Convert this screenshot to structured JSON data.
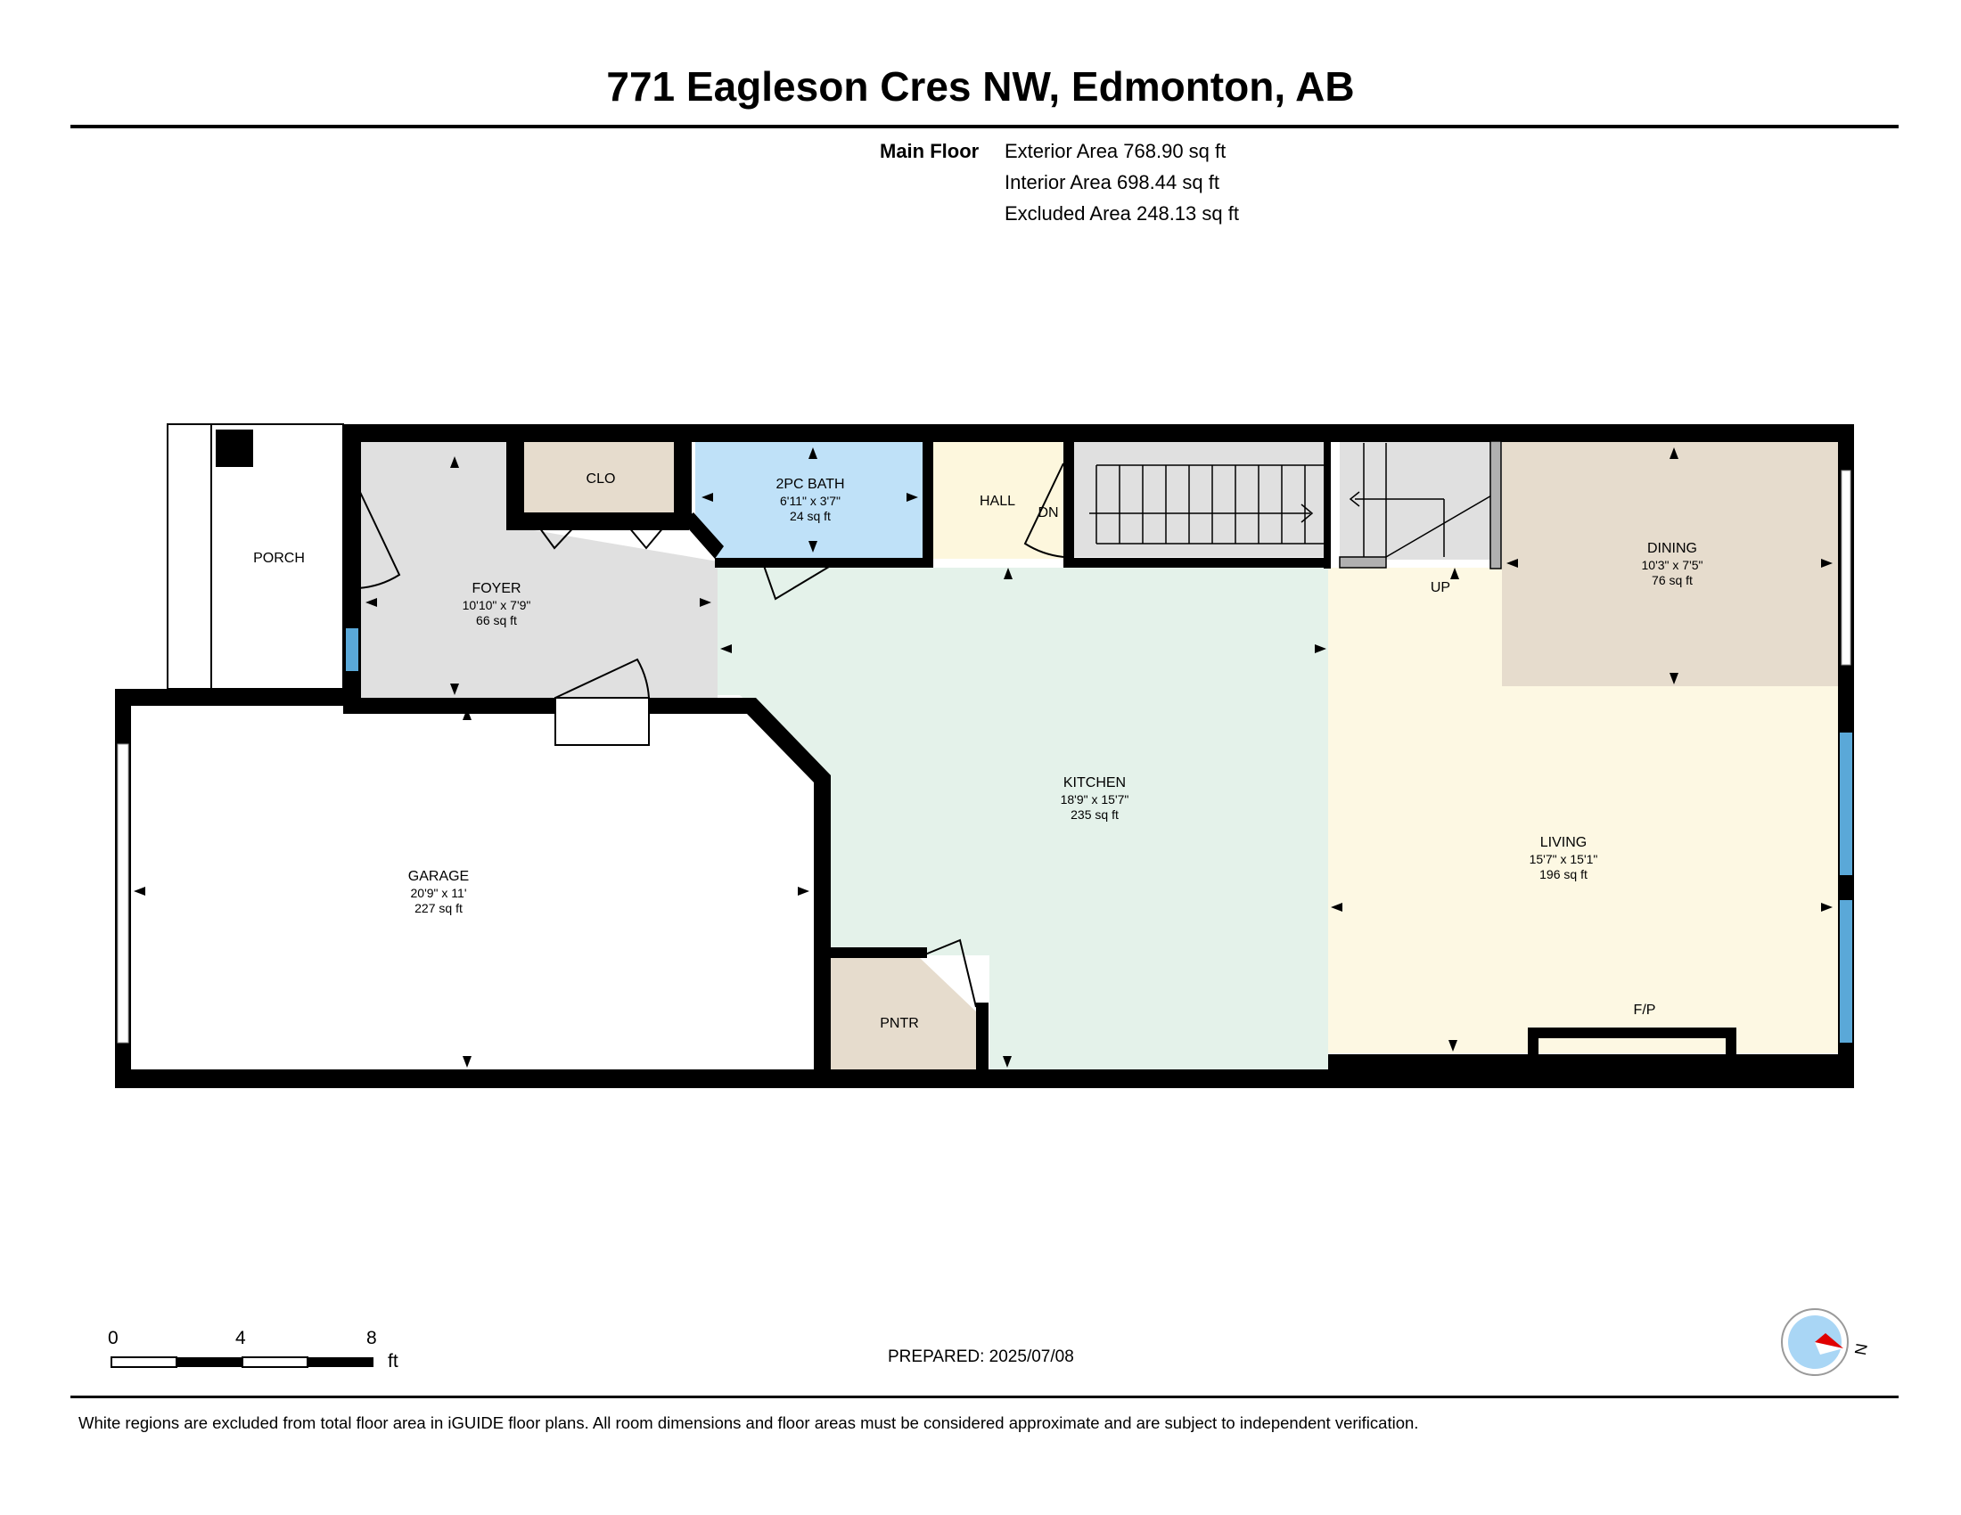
{
  "header": {
    "title": "771 Eagleson Cres NW, Edmonton, AB"
  },
  "floor_summary": {
    "floor_name": "Main Floor",
    "exterior_area": "Exterior Area 768.90 sq ft",
    "interior_area": "Interior Area 698.44 sq ft",
    "excluded_area": "Excluded Area 248.13 sq ft"
  },
  "rooms": {
    "porch": {
      "name": "PORCH"
    },
    "clo": {
      "name": "CLO"
    },
    "bath": {
      "name": "2PC BATH",
      "dims": "6'11\" x 3'7\"",
      "area": "24 sq ft"
    },
    "hall": {
      "name": "HALL"
    },
    "foyer": {
      "name": "FOYER",
      "dims": "10'10\" x 7'9\"",
      "area": "66 sq ft"
    },
    "dining": {
      "name": "DINING",
      "dims": "10'3\" x 7'5\"",
      "area": "76 sq ft"
    },
    "kitchen": {
      "name": "KITCHEN",
      "dims": "18'9\" x 15'7\"",
      "area": "235 sq ft"
    },
    "garage": {
      "name": "GARAGE",
      "dims": "20'9\" x 11'",
      "area": "227 sq ft"
    },
    "living": {
      "name": "LIVING",
      "dims": "15'7\" x 15'1\"",
      "area": "196 sq ft"
    },
    "pantry": {
      "name": "PNTR"
    }
  },
  "stairs": {
    "down_label": "DN",
    "up_label": "UP"
  },
  "fireplace": {
    "label": "F/P"
  },
  "scale_bar": {
    "ticks": [
      "0",
      "4",
      "8"
    ],
    "unit": "ft"
  },
  "footer": {
    "prepared": "PREPARED: 2025/07/08",
    "disclaimer": "White regions are excluded from total floor area in iGUIDE floor plans. All room dimensions and floor areas must be considered approximate and are subject to independent verification."
  },
  "compass": {
    "direction_label": "N"
  },
  "colors": {
    "foyer": "#e0e0e0",
    "clo": "#e6dccd",
    "bath": "#bfe1f8",
    "hall": "#fdf7dd",
    "kitchen": "#e4f2ea",
    "living": "#fdf8e3",
    "dining": "#e6dccd",
    "pantry": "#e6dccd",
    "stairs": "#e0e0e0",
    "window": "#5aa8d8",
    "wall": "#000000"
  }
}
